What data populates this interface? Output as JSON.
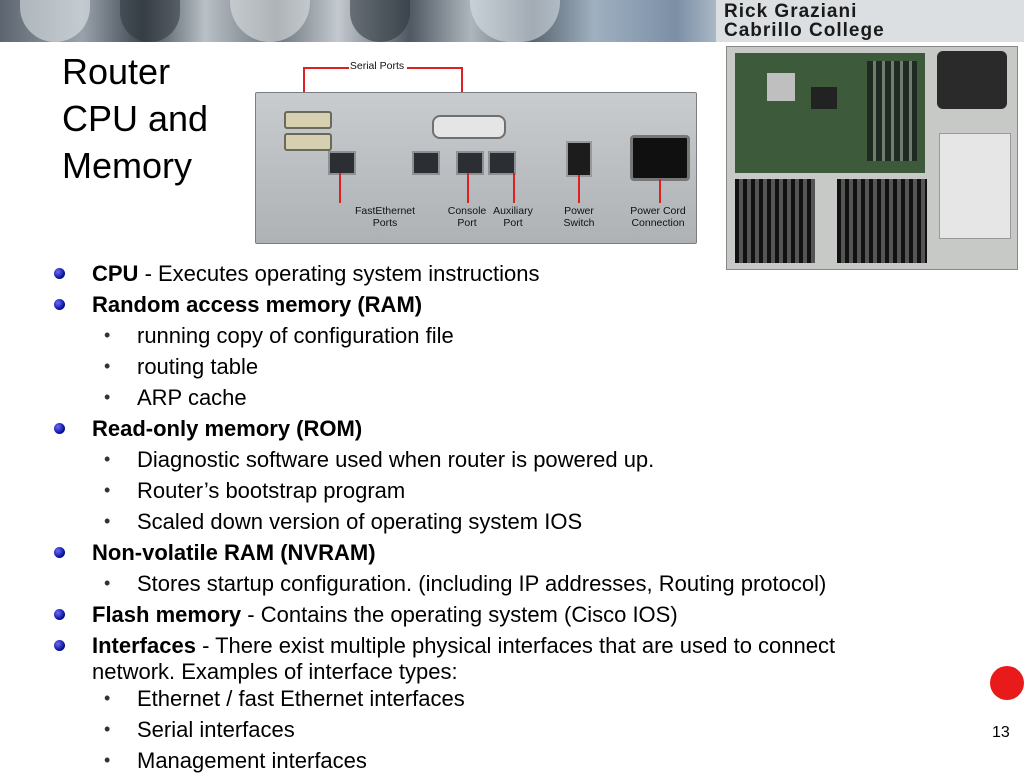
{
  "header": {
    "line1": "Rick Graziani",
    "line2": "Cabrillo College"
  },
  "title": "Router\nCPU and\nMemory",
  "router_panel": {
    "labels": {
      "serial_ports": "Serial Ports",
      "fastethernet_ports": "FastEthernet\nPorts",
      "console_port": "Console\nPort",
      "auxiliary_port": "Auxiliary\nPort",
      "power_switch": "Power\nSwitch",
      "power_cord": "Power Cord\nConnection"
    },
    "callout_color": "#e02020"
  },
  "bullets": [
    {
      "term": "CPU",
      "desc": " - Executes operating system instructions",
      "subs": []
    },
    {
      "term": "Random access memory (RAM)",
      "desc": "",
      "subs": [
        "running copy of configuration file",
        "routing table",
        "ARP cache"
      ]
    },
    {
      "term": "Read-only memory (ROM)",
      "desc": "",
      "subs": [
        "Diagnostic software used when router is powered up.",
        "Router’s bootstrap program",
        "Scaled down version of operating system IOS"
      ]
    },
    {
      "term": "Non-volatile RAM (NVRAM)",
      "desc": "",
      "subs": [
        "Stores startup configuration.  (including IP addresses, Routing protocol)"
      ]
    },
    {
      "term": "Flash memory",
      "desc": " - Contains the operating system (Cisco IOS)",
      "subs": []
    },
    {
      "term": "Interfaces",
      "desc": " - There exist multiple physical interfaces that are used to connect",
      "cont": "network.  Examples of interface types:",
      "subs": [
        "Ethernet / fast Ethernet interfaces",
        "Serial interfaces",
        "Management interfaces"
      ]
    }
  ],
  "page_number": "13",
  "colors": {
    "bullet": "#000a8c",
    "red_circle": "#e81a1a"
  }
}
